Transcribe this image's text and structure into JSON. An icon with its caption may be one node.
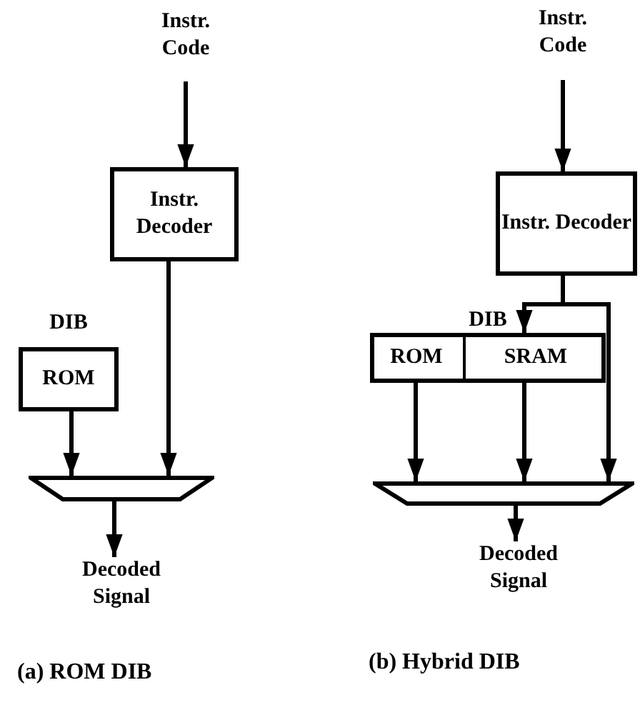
{
  "diagram": {
    "nodes": [
      {
        "text": [
          "Instr. Code"
        ]
      },
      {
        "text": [
          "Instr. Decoder"
        ]
      },
      {
        "text": [
          "DIB",
          "ROM"
        ]
      },
      {
        "text": [],
        "shape": "trapezoid"
      },
      {
        "text": [
          "Decoded Signal"
        ]
      },
      {
        "text": [
          "Instr. Code"
        ]
      },
      {
        "text": [
          "Instr. Decoder"
        ]
      },
      {
        "text": [
          "DIB"
        ]
      },
      {
        "text": [
          "ROM"
        ],
        "in": 7
      },
      {
        "text": [
          "SRAM"
        ],
        "in": 7
      },
      {
        "text": [],
        "shape": "trapezoid"
      },
      {
        "text": [
          "Decoded Signal"
        ]
      }
    ],
    "edges": [
      {
        "from": 0,
        "to": 1,
        "arrow": "to"
      },
      {
        "from": 1,
        "to": 3,
        "arrow": "to"
      },
      {
        "from": 2,
        "to": 3,
        "arrow": "to"
      },
      {
        "from": 3,
        "to": 4,
        "arrow": "to"
      },
      {
        "from": 5,
        "to": 6,
        "arrow": "to"
      },
      {
        "from": 6,
        "to": 9,
        "arrow": "to"
      },
      {
        "from": 6,
        "to": 10,
        "arrow": "to"
      },
      {
        "from": 8,
        "to": 10,
        "arrow": "to"
      },
      {
        "from": 9,
        "to": 10,
        "arrow": "to"
      },
      {
        "from": 10,
        "to": 11,
        "arrow": "to"
      }
    ],
    "labels": [
      "(a) ROM DIB",
      "(b) Hybrid DIB"
    ]
  }
}
